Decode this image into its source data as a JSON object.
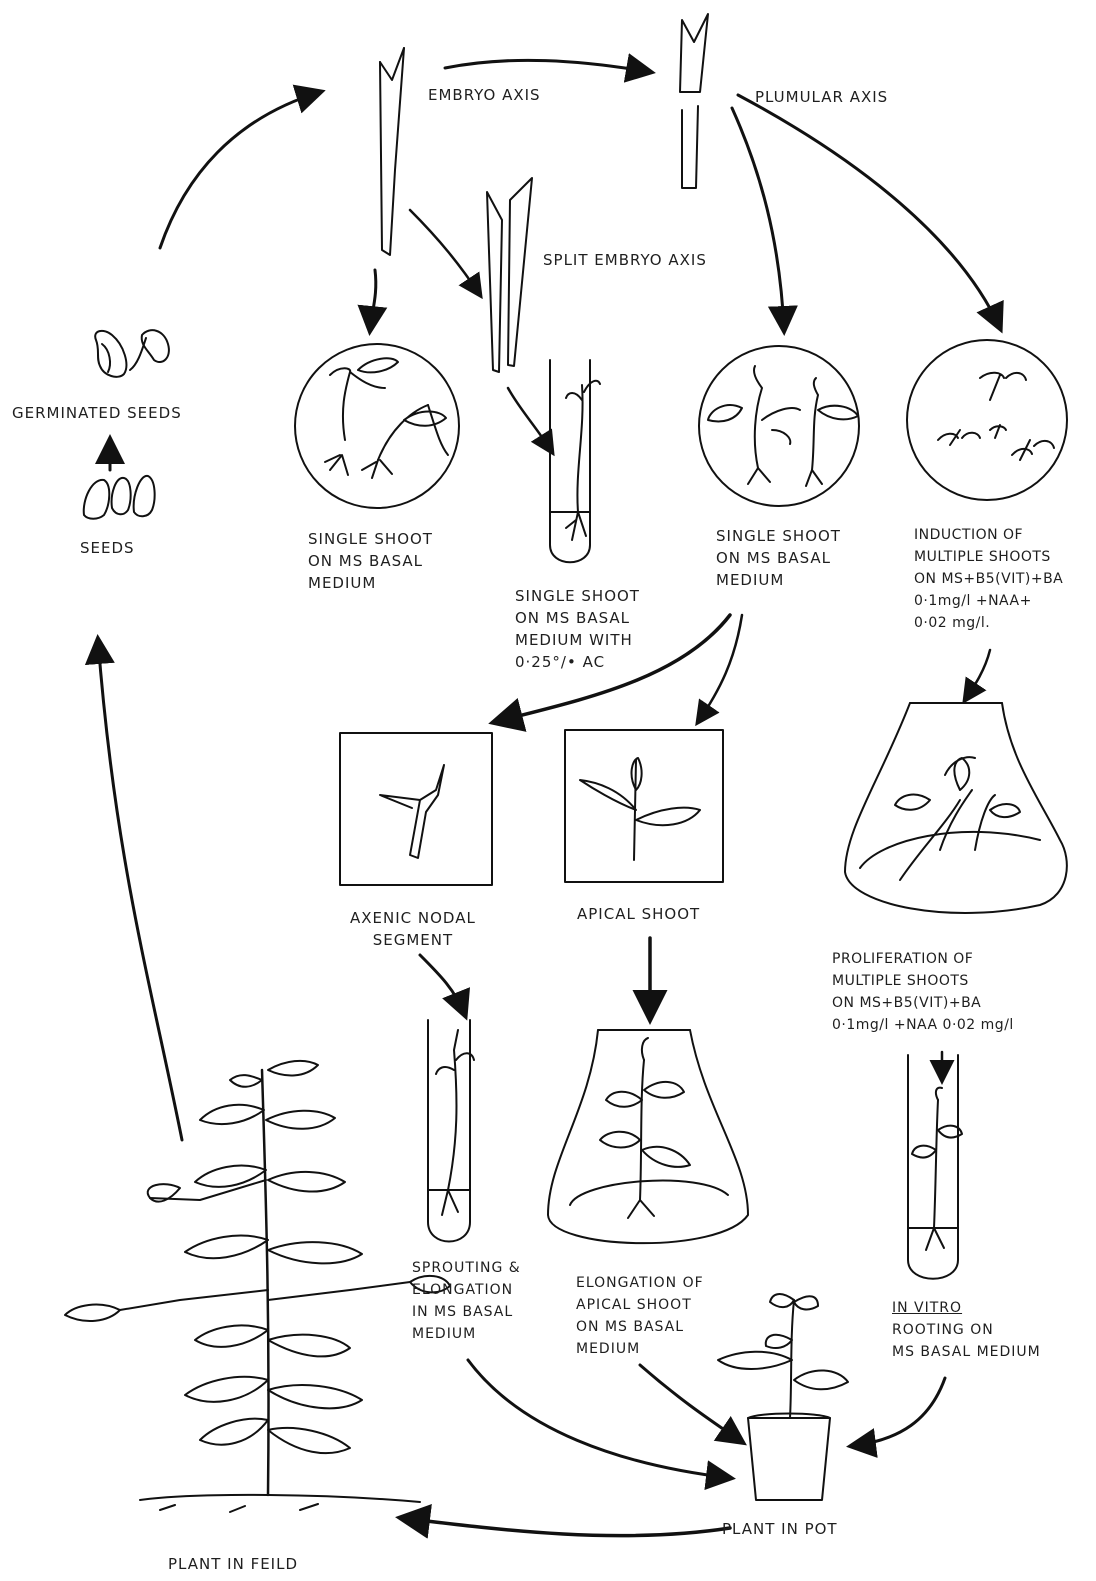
{
  "labels": {
    "embryo_axis": "EMBRYO AXIS",
    "plumular_axis": "PLUMULAR AXIS",
    "split_embryo_axis": "SPLIT EMBRYO AXIS",
    "germinated_seeds": "GERMINATED SEEDS",
    "seeds": "SEEDS",
    "single_shoot_1": [
      "SINGLE SHOOT",
      "ON MS BASAL",
      "MEDIUM"
    ],
    "single_shoot_ac": [
      "SINGLE SHOOT",
      "ON MS BASAL",
      "MEDIUM WITH",
      "0·25°/• AC"
    ],
    "single_shoot_2": [
      "SINGLE SHOOT",
      "ON MS BASAL",
      "MEDIUM"
    ],
    "induction": [
      "INDUCTION OF",
      "MULTIPLE SHOOTS",
      "ON MS+B5(VIT)+BA",
      "0·1mg/l +NAA+",
      "0·02 mg/l."
    ],
    "axenic": [
      "AXENIC NODAL",
      "SEGMENT"
    ],
    "apical": "APICAL SHOOT",
    "proliferation": [
      "PROLIFERATION OF",
      "MULTIPLE SHOOTS",
      "ON MS+B5(VIT)+BA",
      "0·1mg/l +NAA 0·02 mg/l"
    ],
    "sprouting": [
      "SPROUTING &",
      "ELONGATION",
      "IN MS BASAL",
      "MEDIUM"
    ],
    "elongation": [
      "ELONGATION OF",
      "APICAL SHOOT",
      "ON MS BASAL",
      "MEDIUM"
    ],
    "rooting": [
      "IN VITRO",
      "ROOTING ON",
      "MS BASAL MEDIUM"
    ],
    "plant_in_pot": "PLANT IN POT",
    "plant_in_field": "PLANT IN FEILD"
  }
}
